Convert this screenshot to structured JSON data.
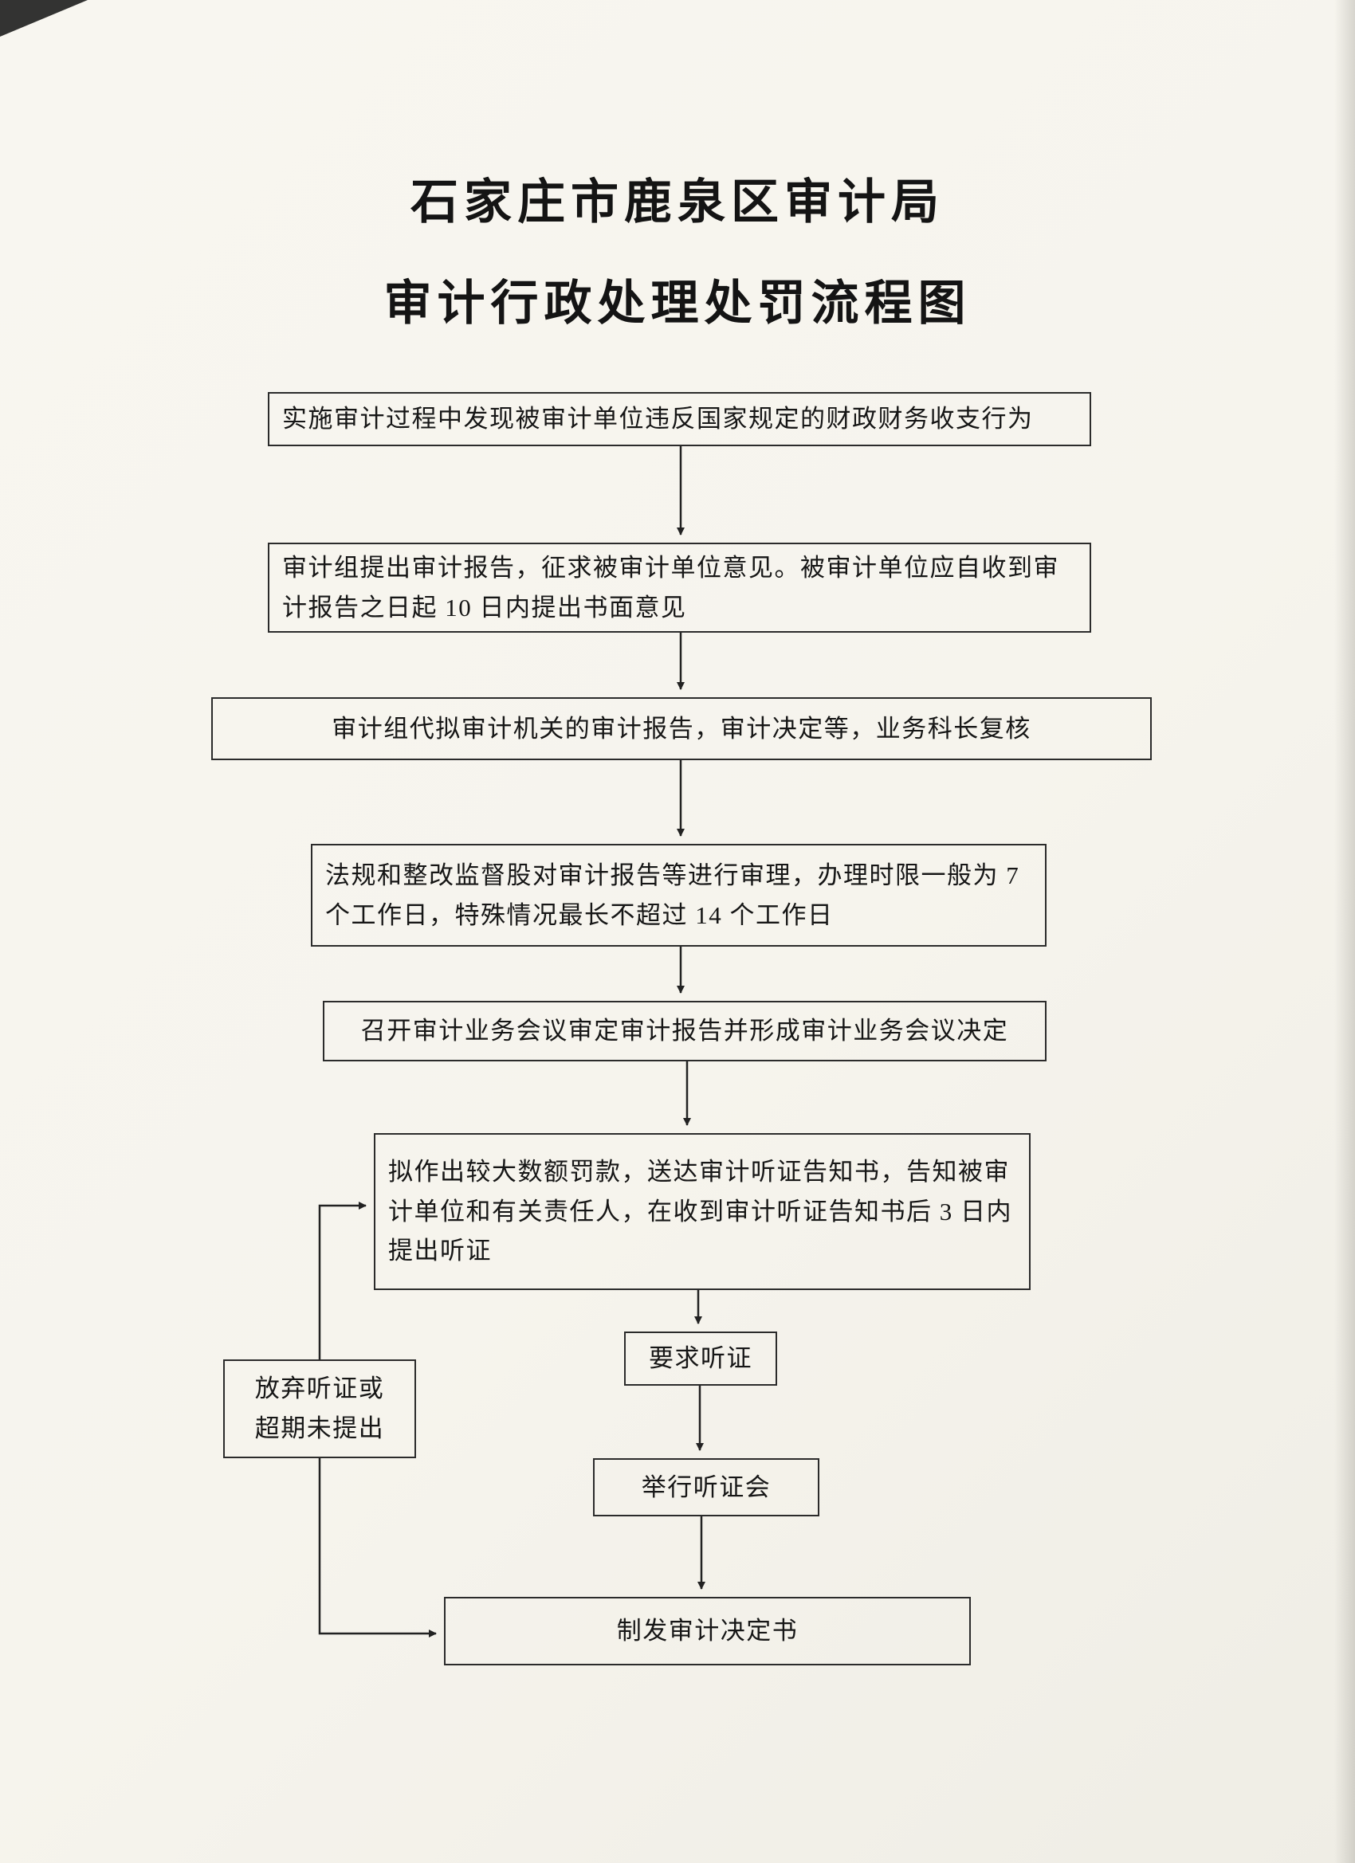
{
  "page": {
    "title_line1": "石家庄市鹿泉区审计局",
    "title_line2": "审计行政处理处罚流程图"
  },
  "flowchart": {
    "type": "flowchart",
    "nodes": {
      "step1": "实施审计过程中发现被审计单位违反国家规定的财政财务收支行为",
      "step2": "审计组提出审计报告，征求被审计单位意见。被审计单位应自收到审计报告之日起 10 日内提出书面意见",
      "step3": "审计组代拟审计机关的审计报告，审计决定等，业务科长复核",
      "step4": "法规和整改监督股对审计报告等进行审理，办理时限一般为 7 个工作日，特殊情况最长不超过 14 个工作日",
      "step5": "召开审计业务会议审定审计报告并形成审计业务会议决定",
      "step6": "拟作出较大数额罚款，送达审计听证告知书，告知被审计单位和有关责任人，在收到审计听证告知书后 3 日内提出听证",
      "step7": "要求听证",
      "step8": "举行听证会",
      "step9": "制发审计决定书",
      "branch_lines": [
        "放弃听证或",
        "超期未提出"
      ]
    },
    "edges": [
      {
        "from": "step1",
        "to": "step2"
      },
      {
        "from": "step2",
        "to": "step3"
      },
      {
        "from": "step3",
        "to": "step4"
      },
      {
        "from": "step4",
        "to": "step5"
      },
      {
        "from": "step5",
        "to": "step6"
      },
      {
        "from": "step6",
        "to": "step7"
      },
      {
        "from": "step7",
        "to": "step8"
      },
      {
        "from": "step8",
        "to": "step9"
      },
      {
        "from": "branch",
        "to": "step6"
      },
      {
        "from": "branch",
        "to": "step9"
      }
    ],
    "line_color": "#222222",
    "border_color": "#2b2b2b",
    "paper_color": "#f6f4ed"
  }
}
